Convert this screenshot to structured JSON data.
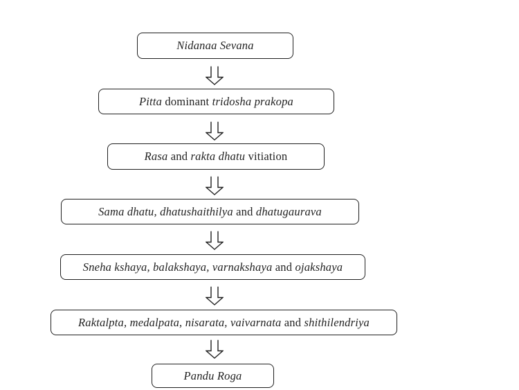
{
  "flowchart": {
    "nodes": [
      {
        "name": "nidanaa-sevana",
        "segments": [
          {
            "text": "Nidanaa Sevana",
            "italic": true
          }
        ]
      },
      {
        "name": "tridosha-prakopa",
        "segments": [
          {
            "text": "Pitta",
            "italic": true
          },
          {
            "text": " dominant ",
            "italic": false
          },
          {
            "text": "tridosha prakopa",
            "italic": true
          }
        ]
      },
      {
        "name": "rasa-rakta-dhatu-vitiation",
        "segments": [
          {
            "text": "Rasa",
            "italic": true
          },
          {
            "text": " and ",
            "italic": false
          },
          {
            "text": "rakta dhatu",
            "italic": true
          },
          {
            "text": " vitiation",
            "italic": false
          }
        ]
      },
      {
        "name": "sama-dhatu",
        "segments": [
          {
            "text": "Sama dhatu, dhatushaithilya",
            "italic": true
          },
          {
            "text": " and ",
            "italic": false
          },
          {
            "text": "dhatugaurava",
            "italic": true
          }
        ]
      },
      {
        "name": "kshaya-group",
        "segments": [
          {
            "text": "Sneha kshaya, balakshaya, varnakshaya",
            "italic": true
          },
          {
            "text": " and ",
            "italic": false
          },
          {
            "text": "ojakshaya",
            "italic": true
          }
        ]
      },
      {
        "name": "raktalpta-group",
        "segments": [
          {
            "text": "Raktalpta, medalpata, nisarata, vaivarnata",
            "italic": true
          },
          {
            "text": " and ",
            "italic": false
          },
          {
            "text": "shithilendriya",
            "italic": true
          }
        ]
      },
      {
        "name": "pandu-roga",
        "segments": [
          {
            "text": "Pandu Roga",
            "italic": true
          }
        ]
      }
    ],
    "connector_icon": "down-block-arrow-icon",
    "colors": {
      "background": "#ffffff",
      "box_fill": "#ffffff",
      "box_border": "#1f1f1f",
      "text": "#1f1f1f"
    }
  }
}
